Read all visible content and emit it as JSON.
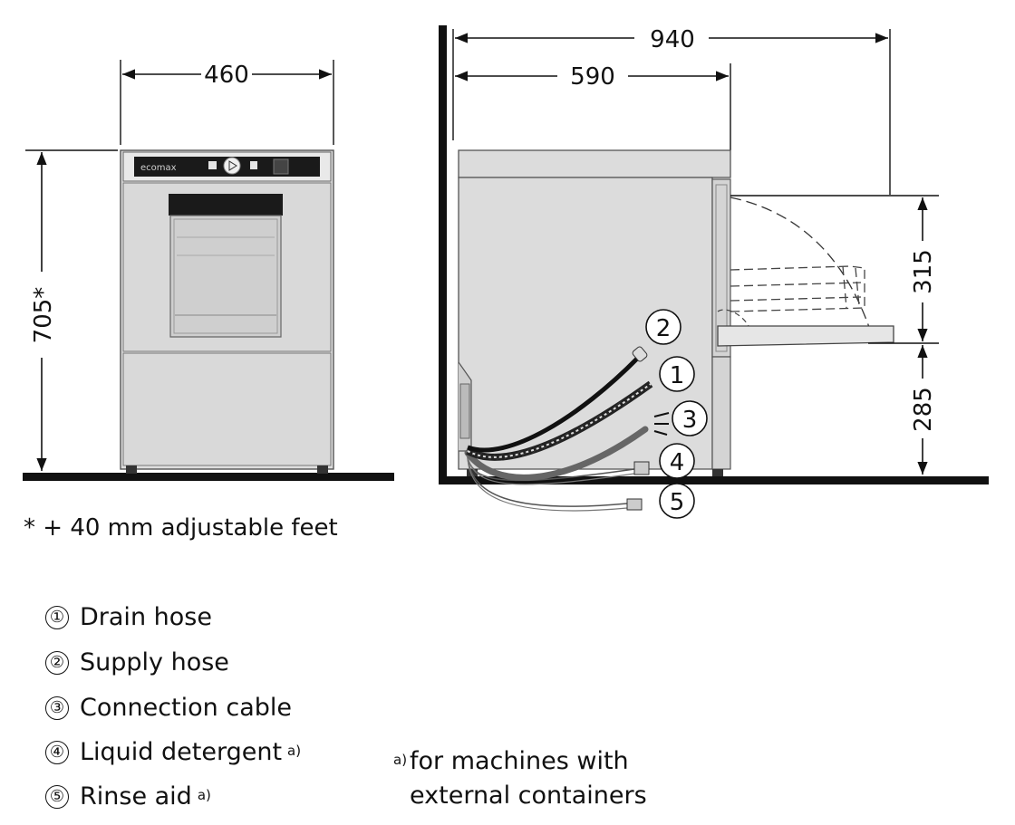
{
  "front_view": {
    "width_label": "460",
    "height_label": "705*",
    "brand_text": "ecomax"
  },
  "side_view": {
    "depth_total_label": "940",
    "depth_label": "590",
    "door_height_label": "315",
    "base_height_label": "285"
  },
  "callouts": [
    "2",
    "1",
    "3",
    "4",
    "5"
  ],
  "feet_note": "* + 40 mm adjustable feet",
  "legend": [
    {
      "num": "①",
      "label": "Drain hose",
      "sup": ""
    },
    {
      "num": "②",
      "label": "Supply hose",
      "sup": ""
    },
    {
      "num": "③",
      "label": "Connection cable",
      "sup": ""
    },
    {
      "num": "④",
      "label": "Liquid detergent",
      "sup": "a)"
    },
    {
      "num": "⑤",
      "label": "Rinse aid",
      "sup": "a)"
    }
  ],
  "footnote": {
    "marker": "a)",
    "line1": "for machines with",
    "line2": "external containers"
  }
}
